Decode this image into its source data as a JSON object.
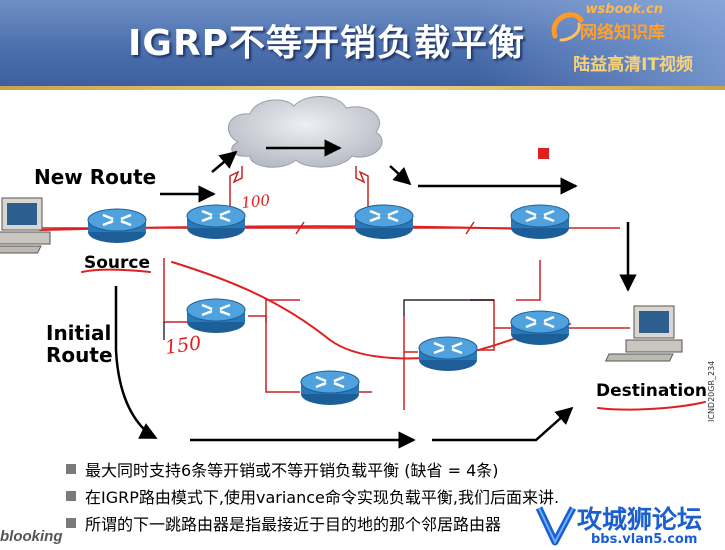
{
  "slide": {
    "title": "IGRP不等开销负载平衡",
    "logo": {
      "line1": "wsbook.cn",
      "line2": "网络知识库",
      "line3": "陆益高清IT视频"
    }
  },
  "diagram": {
    "labels": {
      "new_route": "New Route",
      "source": "Source",
      "initial_route": [
        "Initial",
        "Route"
      ],
      "destination": "Destination",
      "side_code": "ICND20GR_234"
    },
    "annotations": {
      "upper_metric": "100",
      "lower_metric": "150"
    },
    "colors": {
      "route_line": "#e02020",
      "annotation": "#e02020",
      "router_body": "#2f86c8",
      "cloud": "#d4d6dc"
    }
  },
  "bullets": [
    "最大同时支持6条等开销或不等开销负载平衡 (缺省 = 4条)",
    "在IGRP路由模式下,使用variance命令实现负载平衡,我们后面来讲.",
    "所谓的下一跳路由器是指最接近于目的地的那个邻居路由器"
  ],
  "watermarks": {
    "bottom_left": "blooking",
    "forum_name": "攻城狮论坛",
    "forum_url": "bbs.vlan5.com"
  }
}
